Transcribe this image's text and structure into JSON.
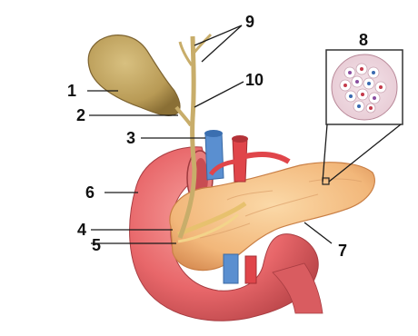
{
  "labels": [
    {
      "id": "1",
      "text": "1"
    },
    {
      "id": "2",
      "text": "2"
    },
    {
      "id": "3",
      "text": "3"
    },
    {
      "id": "4",
      "text": "4"
    },
    {
      "id": "5",
      "text": "5"
    },
    {
      "id": "6",
      "text": "6"
    },
    {
      "id": "7",
      "text": "7"
    },
    {
      "id": "8",
      "text": "8"
    },
    {
      "id": "9",
      "text": "9"
    },
    {
      "id": "10",
      "text": "10"
    }
  ],
  "colors": {
    "duodenum": "#e8676a",
    "pancreas": "#f2b77a",
    "gallbladder": "#b89a55",
    "vein": "#5a8fd0",
    "artery": "#e0454a",
    "bile_duct": "#c8ad6a"
  }
}
